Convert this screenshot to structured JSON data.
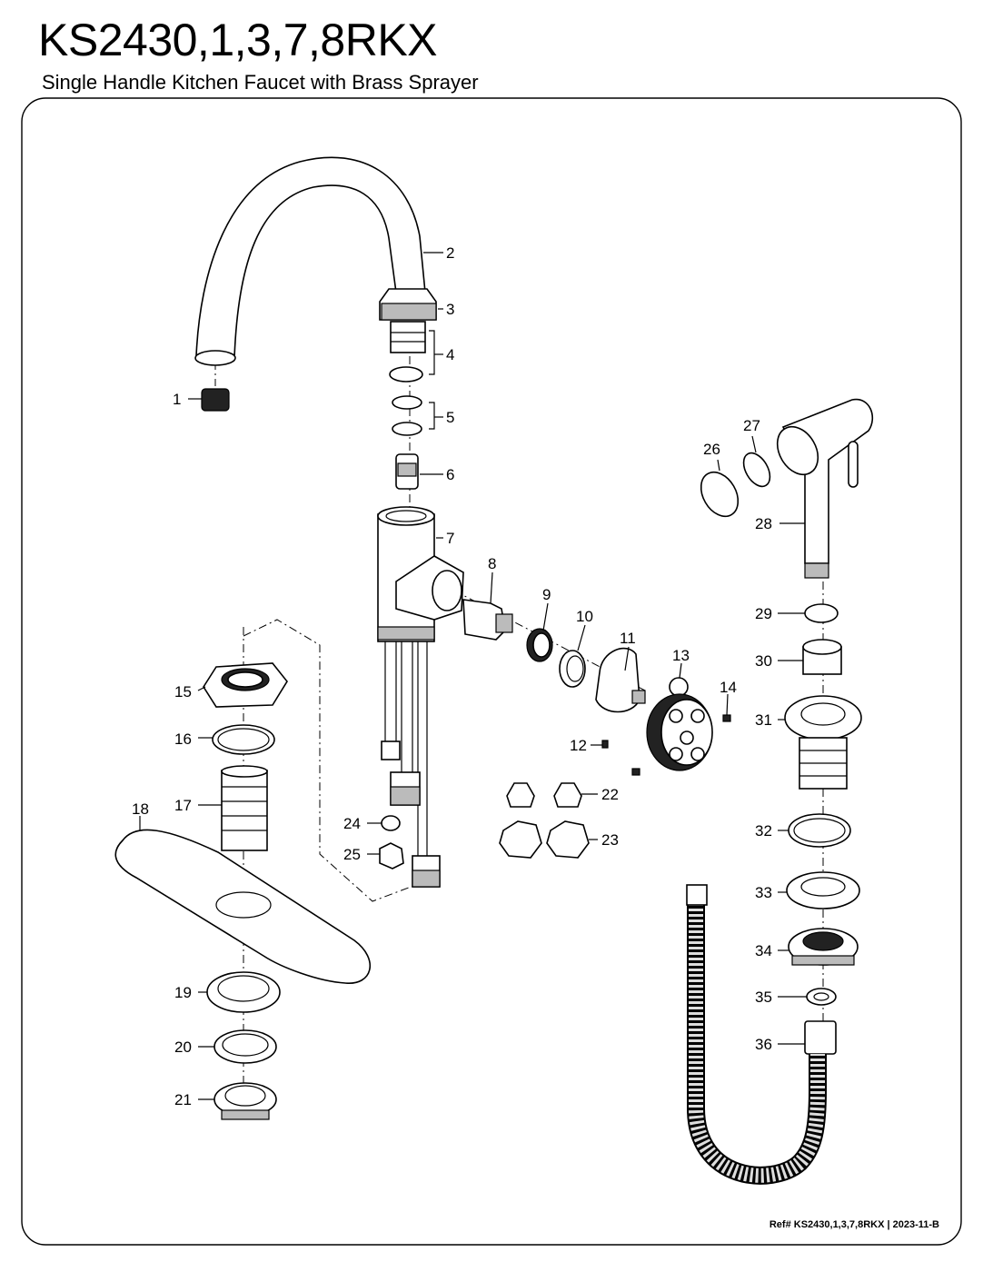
{
  "header": {
    "title": "KS2430,1,3,7,8RKX",
    "subtitle": "Single Handle Kitchen Faucet with Brass Sprayer"
  },
  "footer": {
    "reference": "Ref# KS2430,1,3,7,8RKX | 2023-11-B"
  },
  "part_labels": [
    "1",
    "2",
    "3",
    "4",
    "5",
    "6",
    "7",
    "8",
    "9",
    "10",
    "11",
    "12",
    "13",
    "14",
    "15",
    "16",
    "17",
    "18",
    "19",
    "20",
    "21",
    "22",
    "23",
    "24",
    "25",
    "26",
    "27",
    "28",
    "29",
    "30",
    "31",
    "32",
    "33",
    "34",
    "35",
    "36"
  ]
}
